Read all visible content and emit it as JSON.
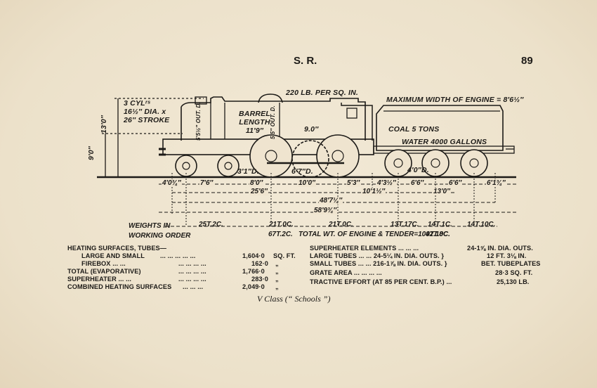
{
  "header": {
    "section": "S. R.",
    "page_number": "89"
  },
  "drawing": {
    "cylinders": [
      "3 CYLʳˢ",
      "16½″ DIA. x",
      "26″ STROKE"
    ],
    "pressure": "220 LB. PER SQ. IN.",
    "max_width": "MAXIMUM WIDTH OF ENGINE = 8′6½″",
    "barrel": [
      "BARREL",
      "LENGTH",
      "11′9″"
    ],
    "firebox_end_dia": "5′5½″ OUT. D.",
    "smokebox_end_dia": "5′5″ OUT. D.",
    "tube_length": "9.0″",
    "coal": "COAL 5 TONS",
    "water": "WATER 4000 GALLONS",
    "height": "13′0″",
    "boiler_centre": "9′0″",
    "bogie_wheel": "3′1″D.",
    "coupled_wheel": "6′7″D.",
    "tender_wheel": "4′0″D."
  },
  "dimensions": {
    "row1": [
      "4′0¾″",
      "7′6″",
      "8′0″",
      "10′0″",
      "5′3″",
      "4′3½″",
      "6′6″",
      "6′6″",
      "6′1¾″"
    ],
    "row2": [
      "25′6″",
      "10′1½″",
      "13′0″"
    ],
    "row3": "48′7¼″",
    "row4": "58′9¾″"
  },
  "weights": {
    "label_line1": "WEIGHTS   IN",
    "label_line2": "WORKING ORDER",
    "engine_axles": [
      "25T.2C.",
      "21T.0C.",
      "21T.0C."
    ],
    "tender_axles": [
      "13T.17C.",
      "14T.1C.",
      "14T.10C."
    ],
    "engine_total": "67T.2C.",
    "grand_total": "TOTAL WT. OF ENGINE & TENDER=109T.10C.",
    "tender_total": "42T.8C."
  },
  "specs_left": [
    {
      "label": "HEATING SURFACES, TUBES—",
      "dots": "",
      "value": "",
      "unit": ""
    },
    {
      "label": "LARGE AND SMALL",
      "dots": "...     ...     ...     ...     ...",
      "value": "1,604·0",
      "unit": "SQ. FT."
    },
    {
      "label": "FIREBOX ...      ...",
      "dots": "...     ...     ...     ...",
      "value": "162·0",
      "unit": "„"
    },
    {
      "label": "TOTAL (EVAPORATIVE)",
      "dots": "...     ...     ...     ...",
      "value": "1,766·0",
      "unit": "„"
    },
    {
      "label": "SUPERHEATER ...      ...",
      "dots": "...     ...     ...     ...",
      "value": "283·0",
      "unit": "„"
    },
    {
      "label": "COMBINED HEATING SURFACES",
      "dots": "...     ...     ...",
      "value": "2,049·0",
      "unit": "„"
    }
  ],
  "specs_right": [
    {
      "label": "SUPERHEATER ELEMENTS   ...      ...      ...",
      "value": "24-1⅝ IN. DIA. OUTS."
    },
    {
      "label": "LARGE TUBES   ...     ...  24-5¼ IN. DIA. OUTS. }",
      "value": "12 FT. 3⅛ IN."
    },
    {
      "label": "SMALL TUBES   ...     ... 216-1⅞ IN. DIA. OUTS. }",
      "value": "BET. TUBEPLATES"
    },
    {
      "label": "GRATE AREA    ...     ...      ...      ...",
      "value": "28·3 SQ. FT."
    },
    {
      "label": "TRACTIVE EFFORT (AT 85 PER CENT. B.P.)      ...",
      "value": "25,130 LB."
    }
  ],
  "caption": "V Class (“ Schools ”)"
}
